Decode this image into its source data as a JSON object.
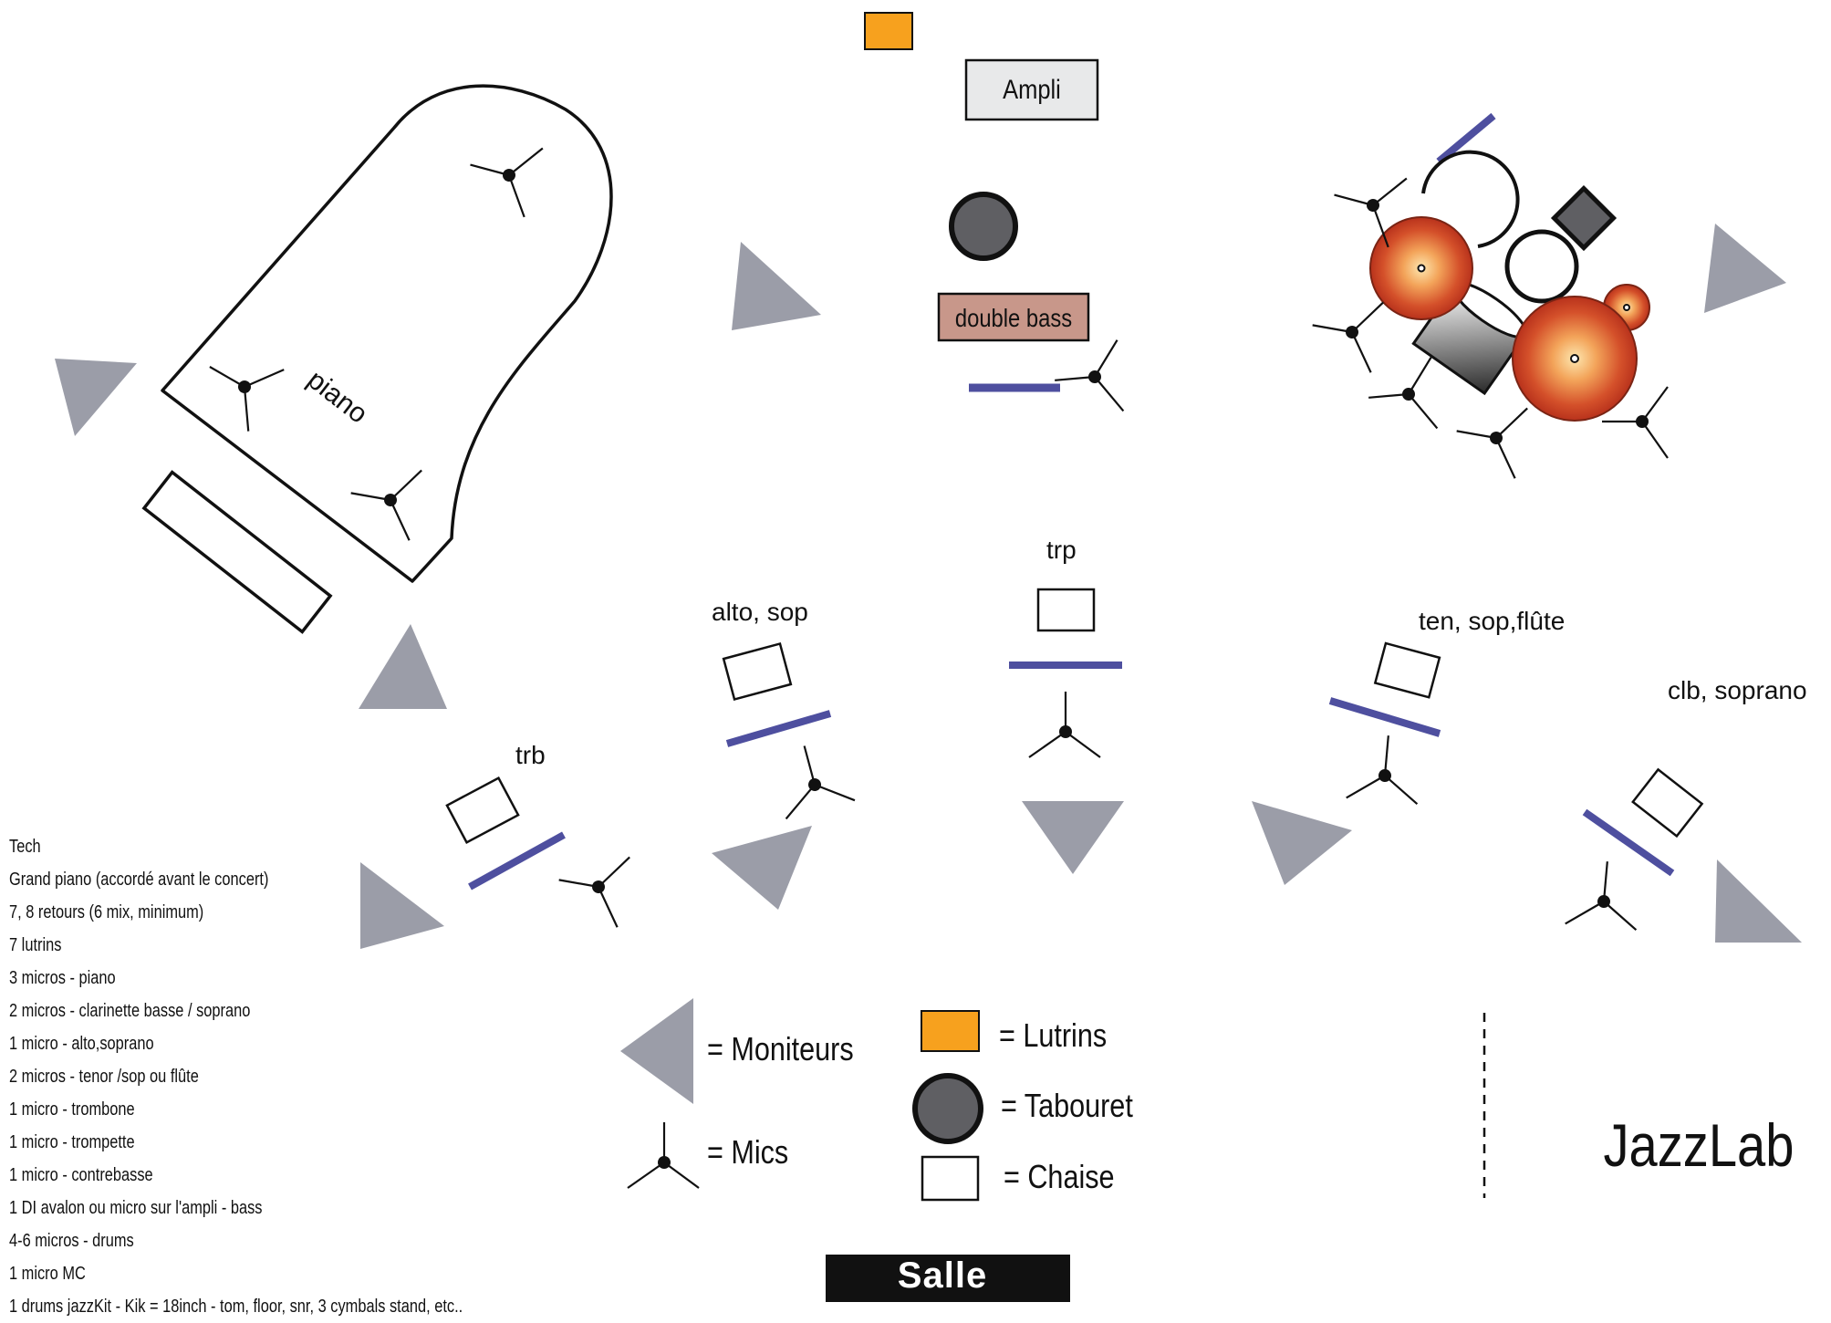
{
  "labels": {
    "ampli": "Ampli",
    "double_bass": "double bass",
    "piano": "piano",
    "trp": "trp",
    "alto_sop": "alto, sop",
    "ten_sop_flute": "ten, sop,flûte",
    "clb_soprano": "clb, soprano",
    "trb": "trb"
  },
  "legend": {
    "moniteurs": "= Moniteurs",
    "mics": "= Mics",
    "lutrins": "= Lutrins",
    "tabouret": "= Tabouret",
    "chaise": "= Chaise"
  },
  "brand": "JazzLab",
  "salle": "Salle",
  "tech": [
    "Tech",
    "Grand piano (accordé avant le concert)",
    "7, 8 retours (6 mix, minimum)",
    "7 lutrins",
    "3 micros - piano",
    "2 micros - clarinette basse / soprano",
    "1 micro - alto,soprano",
    "2 micros - tenor /sop ou flûte",
    "1 micro - trombone",
    "1 micro - trompette",
    "1 micro - contrebasse",
    "1 DI avalon ou micro sur l'ampli - bass",
    "4-6 micros - drums",
    "1 micro MC",
    "1 drums jazzKit - Kik = 18inch - tom, floor, snr, 3 cymbals stand, etc.."
  ],
  "colors": {
    "monitor": "#9b9da8",
    "music_stand": "#f7a11e",
    "stool": "#5f5f63",
    "bass": "#c8978a",
    "bar": "#4e4f9f",
    "ampli": "#e8e9ea",
    "salle_bg": "#111111",
    "salle_text": "#ffffff"
  }
}
